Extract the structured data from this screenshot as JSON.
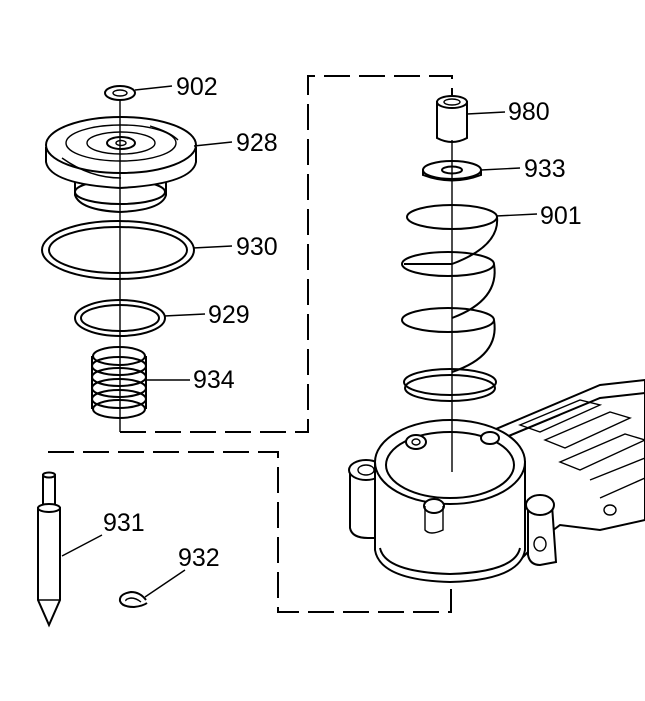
{
  "callouts": {
    "c902": "902",
    "c928": "928",
    "c930": "930",
    "c929": "929",
    "c934": "934",
    "c931": "931",
    "c932": "932",
    "c980": "980",
    "c933": "933",
    "c901": "901"
  },
  "colors": {
    "line": "#000000",
    "background": "#ffffff"
  }
}
